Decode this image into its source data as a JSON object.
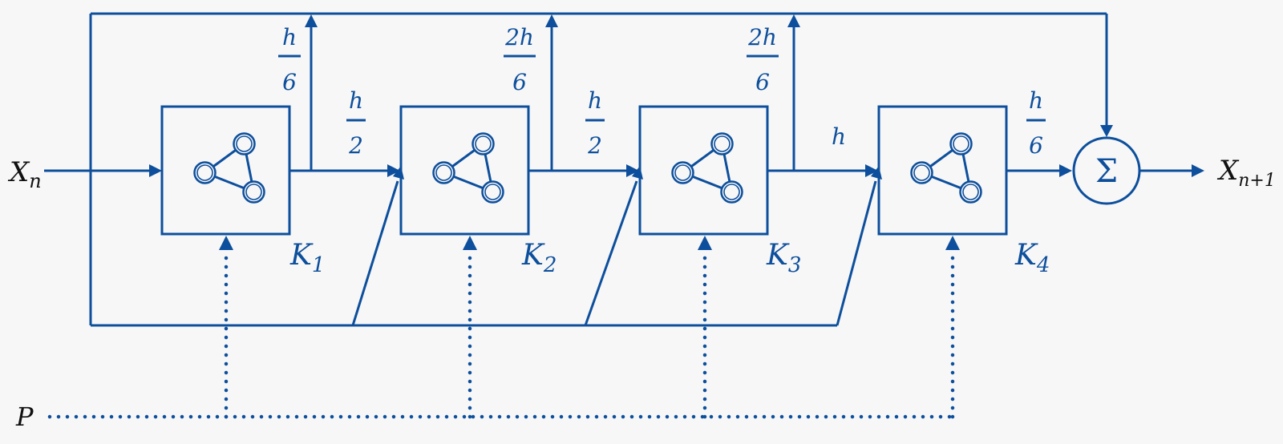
{
  "input_label": "X",
  "input_sub": "n",
  "output_label": "X",
  "output_sub": "n+1",
  "param_label": "P",
  "sum_symbol": "Σ",
  "blocks": [
    {
      "name": "K",
      "sub": "1"
    },
    {
      "name": "K",
      "sub": "2"
    },
    {
      "name": "K",
      "sub": "3"
    },
    {
      "name": "K",
      "sub": "4"
    }
  ],
  "weights": [
    {
      "num": "h",
      "den": "6"
    },
    {
      "num": "2h",
      "den": "6"
    },
    {
      "num": "2h",
      "den": "6"
    },
    {
      "num": "h",
      "den": "6"
    }
  ],
  "steps": [
    {
      "num": "h",
      "den": "2"
    },
    {
      "num": "h",
      "den": "2"
    },
    {
      "text": "h"
    }
  ],
  "colors": {
    "line": "#0d4f9c",
    "background": "#f7f7f7",
    "io_text": "#111111"
  },
  "icon": "neural-network-icon"
}
